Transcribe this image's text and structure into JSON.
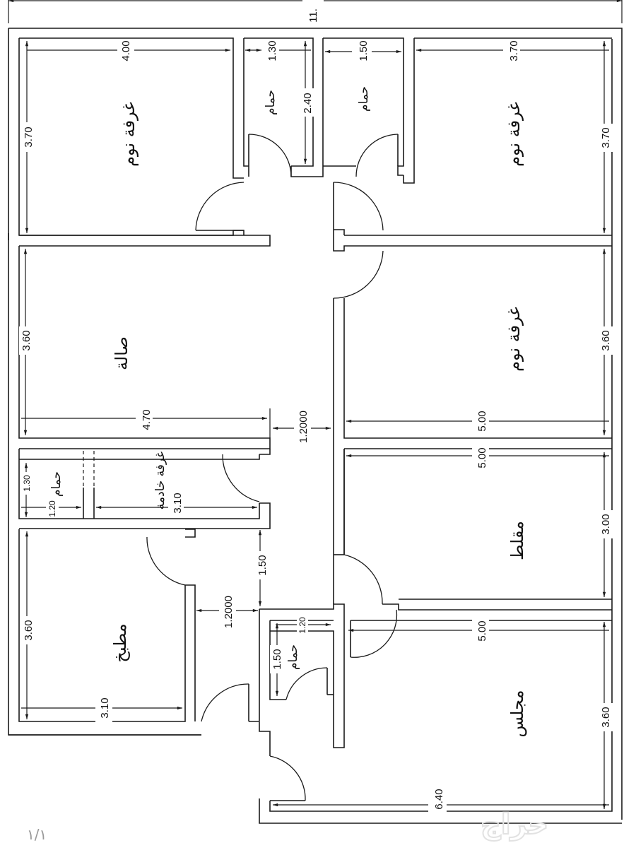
{
  "plan": {
    "overall_width_label": "11.",
    "page_number": "١/١",
    "watermark": "حراج"
  },
  "rooms": {
    "bedroom_top_left": {
      "label": "غرفة نوم",
      "width": "4.00",
      "depth": "3.70"
    },
    "bath_top_1": {
      "label": "حمام",
      "width": "1.30",
      "depth": "2.40"
    },
    "bath_top_2": {
      "label": "حمام",
      "width": "1.50"
    },
    "bedroom_top_right": {
      "label": "غرفة نوم",
      "width": "3.70",
      "depth": "3.70"
    },
    "hall": {
      "label": "صالة",
      "width": "4.70",
      "depth": "3.60"
    },
    "bedroom_middle_right": {
      "label": "غرفة نوم",
      "width": "5.00",
      "depth": "3.60"
    },
    "corridor_upper": {
      "width": "1.2000"
    },
    "maid_room": {
      "label": "غرفة خادمة",
      "width": "3.10"
    },
    "maid_bath": {
      "label": "حمام",
      "width": "1.20",
      "depth": "1.30"
    },
    "living_room": {
      "label": "مقلط",
      "width": "5.00",
      "depth": "3.00"
    },
    "corridor_lower": {
      "depth": "1.50",
      "width": "1.2000"
    },
    "kitchen": {
      "label": "مطبخ",
      "width": "3.10",
      "depth": "3.60"
    },
    "guest_bath": {
      "label": "حمام",
      "width": "1.20",
      "depth": "1.50"
    },
    "majlis": {
      "label": "مجلس",
      "width": "5.00",
      "width_bottom": "6.40",
      "depth": "3.60"
    }
  }
}
